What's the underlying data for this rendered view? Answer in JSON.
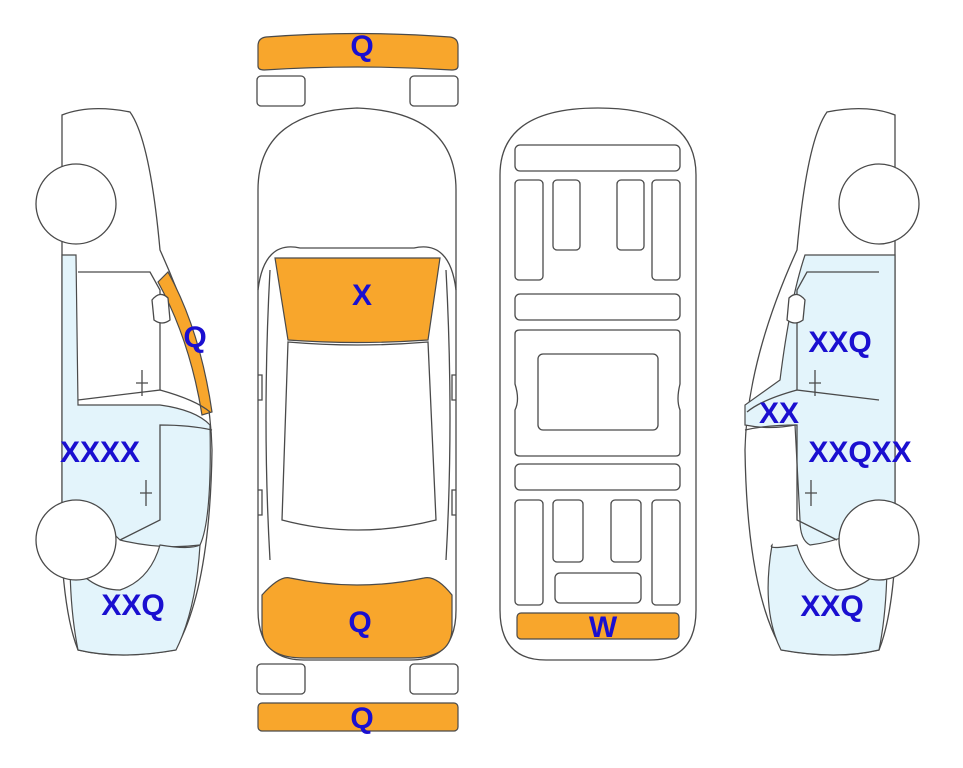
{
  "colors": {
    "damage_orange": "#f8a62c",
    "damage_blue": "#e3f4fb",
    "label_blue": "#1a0fd0",
    "outline": "#4a4a4a"
  },
  "labels": {
    "front_bumper": "Q",
    "hood": "X",
    "trunk_lid": "Q",
    "rear_bumper": "Q",
    "underbody_rear": "W",
    "left_windshield_pillar": "Q",
    "left_doors": "XXXX",
    "left_rear_quarter": "XXQ",
    "right_front_door_upper": "XXQ",
    "right_mirror": "XX",
    "right_doors": "XXQXX",
    "right_rear_quarter": "XXQ"
  }
}
